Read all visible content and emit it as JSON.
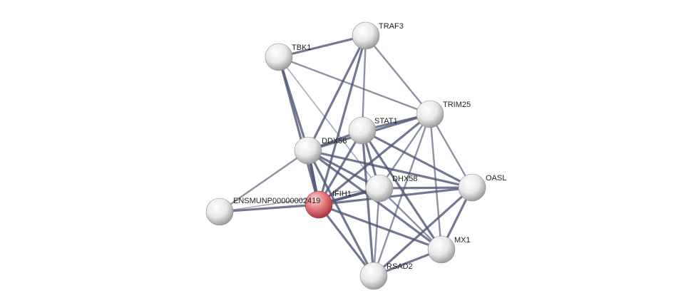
{
  "network": {
    "nodes": [
      {
        "id": "TRAF3",
        "label": "TRAF3",
        "highlight": false
      },
      {
        "id": "TBK1",
        "label": "TBK1",
        "highlight": false
      },
      {
        "id": "TRIM25",
        "label": "TRIM25",
        "highlight": false
      },
      {
        "id": "STAT1",
        "label": "STAT1",
        "highlight": false
      },
      {
        "id": "DDX58",
        "label": "DDX58",
        "highlight": false
      },
      {
        "id": "DHX58",
        "label": "DHX58",
        "highlight": false
      },
      {
        "id": "OASL",
        "label": "OASL",
        "highlight": false
      },
      {
        "id": "IFIH1",
        "label": "IFIH1",
        "highlight": true
      },
      {
        "id": "ENSMUNP00000002419",
        "label": "ENSMUNP00000002419",
        "highlight": false
      },
      {
        "id": "MX1",
        "label": "MX1",
        "highlight": false
      },
      {
        "id": "RSAD2",
        "label": "RSAD2",
        "highlight": false
      }
    ],
    "edges": [
      {
        "source": "TBK1",
        "target": "TRAF3",
        "weight": 3
      },
      {
        "source": "TBK1",
        "target": "TRIM25",
        "weight": 2
      },
      {
        "source": "TBK1",
        "target": "DDX58",
        "weight": 3
      },
      {
        "source": "TBK1",
        "target": "IFIH1",
        "weight": 3
      },
      {
        "source": "TBK1",
        "target": "DHX58",
        "weight": 1
      },
      {
        "source": "TRAF3",
        "target": "DDX58",
        "weight": 3
      },
      {
        "source": "TRAF3",
        "target": "IFIH1",
        "weight": 3
      },
      {
        "source": "TRAF3",
        "target": "STAT1",
        "weight": 2
      },
      {
        "source": "TRAF3",
        "target": "TRIM25",
        "weight": 2
      },
      {
        "source": "TRIM25",
        "target": "DDX58",
        "weight": 3
      },
      {
        "source": "TRIM25",
        "target": "STAT1",
        "weight": 3
      },
      {
        "source": "TRIM25",
        "target": "IFIH1",
        "weight": 3
      },
      {
        "source": "TRIM25",
        "target": "DHX58",
        "weight": 2
      },
      {
        "source": "TRIM25",
        "target": "OASL",
        "weight": 2
      },
      {
        "source": "TRIM25",
        "target": "MX1",
        "weight": 2
      },
      {
        "source": "TRIM25",
        "target": "RSAD2",
        "weight": 2
      },
      {
        "source": "STAT1",
        "target": "DDX58",
        "weight": 3
      },
      {
        "source": "STAT1",
        "target": "IFIH1",
        "weight": 3
      },
      {
        "source": "STAT1",
        "target": "DHX58",
        "weight": 3
      },
      {
        "source": "STAT1",
        "target": "OASL",
        "weight": 3
      },
      {
        "source": "STAT1",
        "target": "MX1",
        "weight": 3
      },
      {
        "source": "STAT1",
        "target": "RSAD2",
        "weight": 3
      },
      {
        "source": "DDX58",
        "target": "IFIH1",
        "weight": 4
      },
      {
        "source": "DDX58",
        "target": "DHX58",
        "weight": 3
      },
      {
        "source": "DDX58",
        "target": "OASL",
        "weight": 3
      },
      {
        "source": "DDX58",
        "target": "MX1",
        "weight": 3
      },
      {
        "source": "DDX58",
        "target": "RSAD2",
        "weight": 3
      },
      {
        "source": "DDX58",
        "target": "ENSMUNP00000002419",
        "weight": 2
      },
      {
        "source": "IFIH1",
        "target": "DHX58",
        "weight": 4
      },
      {
        "source": "IFIH1",
        "target": "OASL",
        "weight": 3
      },
      {
        "source": "IFIH1",
        "target": "MX1",
        "weight": 3
      },
      {
        "source": "IFIH1",
        "target": "RSAD2",
        "weight": 3
      },
      {
        "source": "IFIH1",
        "target": "ENSMUNP00000002419",
        "weight": 3
      },
      {
        "source": "ENSMUNP00000002419",
        "target": "DHX58",
        "weight": 1
      },
      {
        "source": "DHX58",
        "target": "OASL",
        "weight": 3
      },
      {
        "source": "DHX58",
        "target": "MX1",
        "weight": 2
      },
      {
        "source": "DHX58",
        "target": "RSAD2",
        "weight": 2
      },
      {
        "source": "OASL",
        "target": "MX1",
        "weight": 3
      },
      {
        "source": "OASL",
        "target": "RSAD2",
        "weight": 3
      },
      {
        "source": "MX1",
        "target": "RSAD2",
        "weight": 3
      }
    ],
    "colors": {
      "edge": "#4f5675",
      "node_fill": "#f2f2f2",
      "node_highlight": "#d9565e",
      "label": "#222222"
    }
  }
}
